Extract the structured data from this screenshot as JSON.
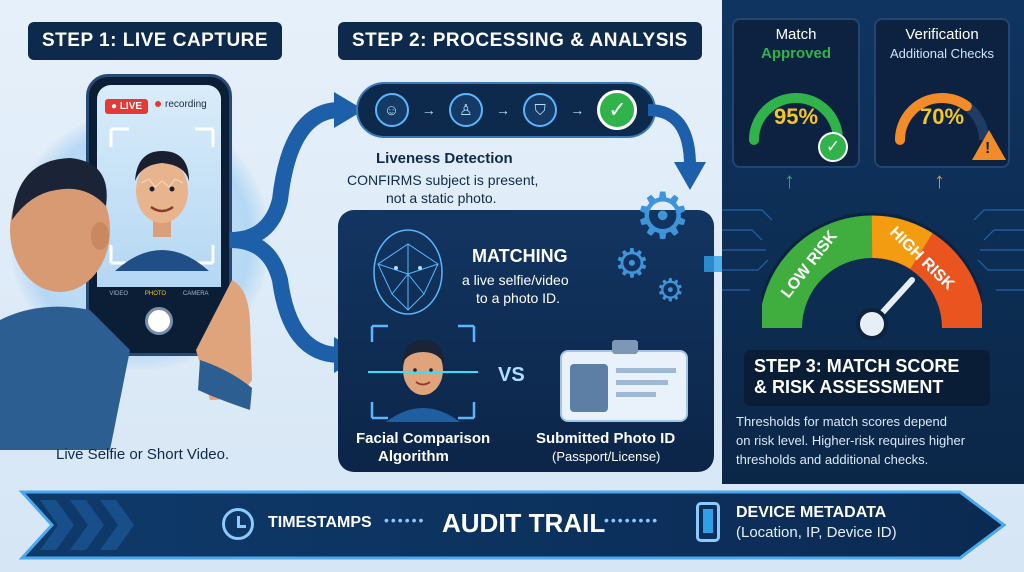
{
  "step1": {
    "label": "STEP 1: LIVE CAPTURE",
    "live_badge": "LIVE",
    "recording": "recording",
    "camera_modes": [
      "VIDEO",
      "PHOTO",
      "CAMERA"
    ],
    "caption": "Live Selfie or Short Video."
  },
  "step2": {
    "label": "STEP 2: PROCESSING & ANALYSIS",
    "liveness_title": "Liveness Detection",
    "liveness_line1": "CONFIRMS subject is present,",
    "liveness_line2": "not a static photo.",
    "matching_title": "MATCHING",
    "matching_line1": "a live selfie/video",
    "matching_line2": "to a photo ID.",
    "vs": "VS",
    "facial_line1": "Facial Comparison",
    "facial_line2": "Algorithm",
    "photo_id_line1": "Submitted Photo ID",
    "photo_id_line2": "(Passport/License)"
  },
  "step3": {
    "match_title": "Match",
    "match_status": "Approved",
    "match_value": "95%",
    "verif_title": "Verification",
    "verif_status": "Additional Checks",
    "verif_value": "70%",
    "low_risk": "LOW RISK",
    "high_risk": "HIGH RISK",
    "label_line1": "STEP 3: MATCH SCORE",
    "label_line2": "& RISK ASSESSMENT",
    "desc_line1": "Thresholds for match scores depend",
    "desc_line2": "on risk level. Higher-risk requires higher",
    "desc_line3": "thresholds and additional checks."
  },
  "audit": {
    "timestamps": "TIMESTAMPS",
    "title": "AUDIT TRAIL",
    "device_title": "DEVICE METADATA",
    "device_detail": "(Location, IP, Device ID)"
  },
  "metrics": {
    "match_score": 95,
    "verification_score": 70
  },
  "colors": {
    "navy": "#0d2a4d",
    "accent_blue": "#2a7ad0",
    "step_highlight": "#f3c623",
    "approve_green": "#2fb34a",
    "warn_orange": "#f28c28",
    "risk_red": "#e53935"
  },
  "icons": [
    "live-dot-icon",
    "face-scan-icon",
    "user-check-icon",
    "shield-check-icon",
    "check-icon",
    "gear-icon",
    "clock-icon",
    "phone-icon",
    "warning-icon",
    "id-card-icon"
  ]
}
